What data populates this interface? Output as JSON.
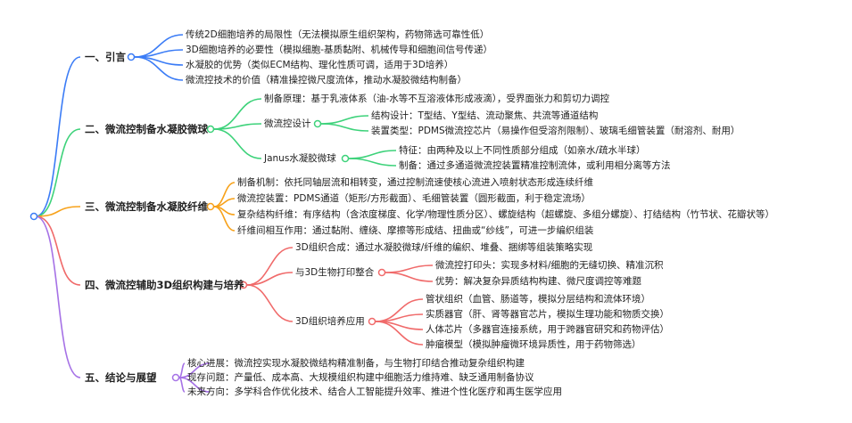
{
  "colors": {
    "blue": "#3b7cf6",
    "green": "#3dd27a",
    "orange": "#f7a21b",
    "red": "#f06a6a",
    "purple": "#a672e6"
  },
  "branches": [
    {
      "title": "一、引言",
      "items": [
        "传统2D细胞培养的局限性（无法模拟原生组织架构，药物筛选可靠性低）",
        "3D细胞培养的必要性（模拟细胞-基质黏附、机械传导和细胞间信号传递）",
        "水凝胶的优势（类似ECM结构、理化性质可调，适用于3D培养）",
        "微流控技术的价值（精准操控微尺度流体，推动水凝胶微结构制备）"
      ]
    },
    {
      "title": "二、微流控制备水凝胶微球",
      "items": [
        {
          "label": "制备原理：基于乳液体系（油-水等不互溶液体形成液滴），受界面张力和剪切力调控"
        },
        {
          "label": "微流控设计",
          "children": [
            "结构设计：T型结、Y型结、流动聚焦、共流等通道结构",
            "装置类型：PDMS微流控芯片（易操作但受溶剂限制）、玻璃毛细管装置（耐溶剂、耐用）"
          ]
        },
        {
          "label": "Janus水凝胶微球",
          "children": [
            "特征：由两种及以上不同性质部分组成（如亲水/疏水半球）",
            "制备：通过多通道微流控装置精准控制流体，或利用相分离等方法"
          ]
        }
      ]
    },
    {
      "title": "三、微流控制备水凝胶纤维",
      "items": [
        "制备机制：依托同轴层流和相转变，通过控制流速使核心流进入喷射状态形成连续纤维",
        "微流控装置：PDMS通道（矩形/方形截面）、毛细管装置（圆形截面，利于稳定流场）",
        "复杂结构纤维：有序结构（含浓度梯度、化学/物理性质分区）、螺旋结构（超螺旋、多组分螺旋）、打结结构（竹节状、花瓣状等）",
        "纤维间相互作用：通过黏附、缠绕、摩擦等形成结、扭曲或“纱线”，可进一步编织组装"
      ]
    },
    {
      "title": "四、微流控辅助3D组织构建与培养",
      "items": [
        {
          "label": "3D组织合成：通过水凝胶微球/纤维的编织、堆叠、捆绑等组装策略实现"
        },
        {
          "label": "与3D生物打印整合",
          "children": [
            "微流控打印头：实现多材料/细胞的无缝切换、精准沉积",
            "优势：解决复杂异质结构构建、微尺度调控等难题"
          ]
        },
        {
          "label": "3D组织培养应用",
          "children": [
            "管状组织（血管、肠道等，模拟分层结构和流体环境）",
            "实质器官（肝、肾等器官芯片，模拟生理功能和物质交换）",
            "人体芯片（多器官连接系统，用于跨器官研究和药物评估）",
            "肿瘤模型（模拟肿瘤微环境异质性，用于药物筛选）"
          ]
        }
      ]
    },
    {
      "title": "五、结论与展望",
      "items": [
        "核心进展：微流控实现水凝胶微结构精准制备，与生物打印结合推动复杂组织构建",
        "现存问题：产量低、成本高、大规模组织构建中细胞活力维持难、缺乏通用制备协议",
        "未来方向：多学科合作优化技术、结合人工智能提升效率、推进个性化医疗和再生医学应用"
      ]
    }
  ]
}
